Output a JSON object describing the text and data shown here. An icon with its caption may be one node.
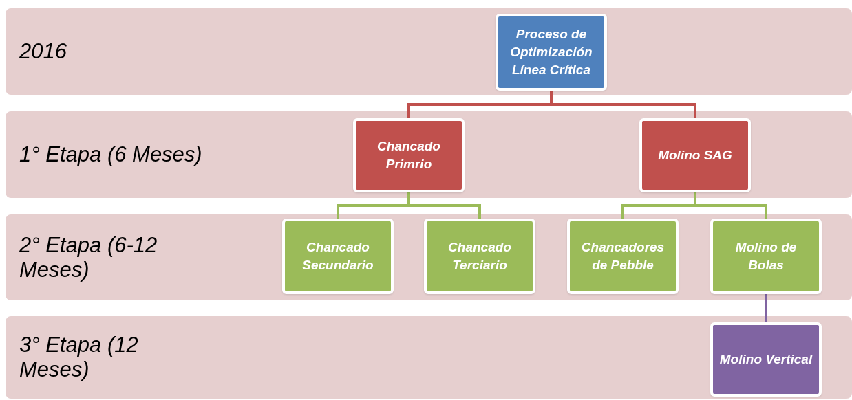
{
  "diagram": {
    "nodes": [
      {
        "text": [
          "2016"
        ]
      },
      {
        "text": [
          "1° Etapa (6 Meses)"
        ]
      },
      {
        "text": [
          "2° Etapa (6-12 Meses)"
        ]
      },
      {
        "text": [
          "3° Etapa (12 Meses)"
        ]
      },
      {
        "text": [
          "Proceso de Optimización Línea Crítica"
        ],
        "in": 0
      },
      {
        "text": [
          "Chancado Primrio"
        ],
        "in": 1
      },
      {
        "text": [
          "Molino SAG"
        ],
        "in": 1
      },
      {
        "text": [
          "Chancado Secundario"
        ],
        "in": 2
      },
      {
        "text": [
          "Chancado Terciario"
        ],
        "in": 2
      },
      {
        "text": [
          "Chancadores de Pebble"
        ],
        "in": 2
      },
      {
        "text": [
          "Molino de Bolas"
        ],
        "in": 2
      },
      {
        "text": [
          "Molino Vertical"
        ],
        "in": 3
      }
    ],
    "edges": [
      {
        "from": 4,
        "to": 5,
        "arrow": "none",
        "color": "#c0504d"
      },
      {
        "from": 4,
        "to": 6,
        "arrow": "none",
        "color": "#c0504d"
      },
      {
        "from": 5,
        "to": 7,
        "arrow": "none"
      },
      {
        "from": 5,
        "to": 8,
        "arrow": "none"
      },
      {
        "from": 6,
        "to": 9,
        "arrow": "none"
      },
      {
        "from": 6,
        "to": 10,
        "arrow": "none"
      },
      {
        "from": 10,
        "to": 11,
        "arrow": "none",
        "color": "#8064a2"
      }
    ]
  }
}
